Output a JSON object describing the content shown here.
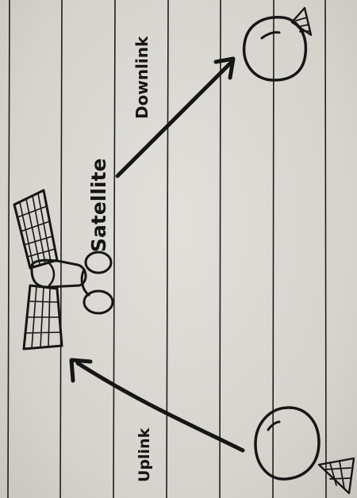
{
  "diagram": {
    "labels": {
      "satellite": "Satellite",
      "downlink": "Downlink",
      "uplink": "Uplink"
    },
    "nodes": [
      "satellite-icon",
      "receiving-dish-icon",
      "transmitting-dish-icon"
    ],
    "edges": [
      {
        "from": "transmitting-dish-icon",
        "to": "satellite-icon",
        "label_key": "uplink"
      },
      {
        "from": "satellite-icon",
        "to": "receiving-dish-icon",
        "label_key": "downlink"
      }
    ],
    "ink_color": "#161616",
    "paper_color": "#dcd9d3"
  }
}
